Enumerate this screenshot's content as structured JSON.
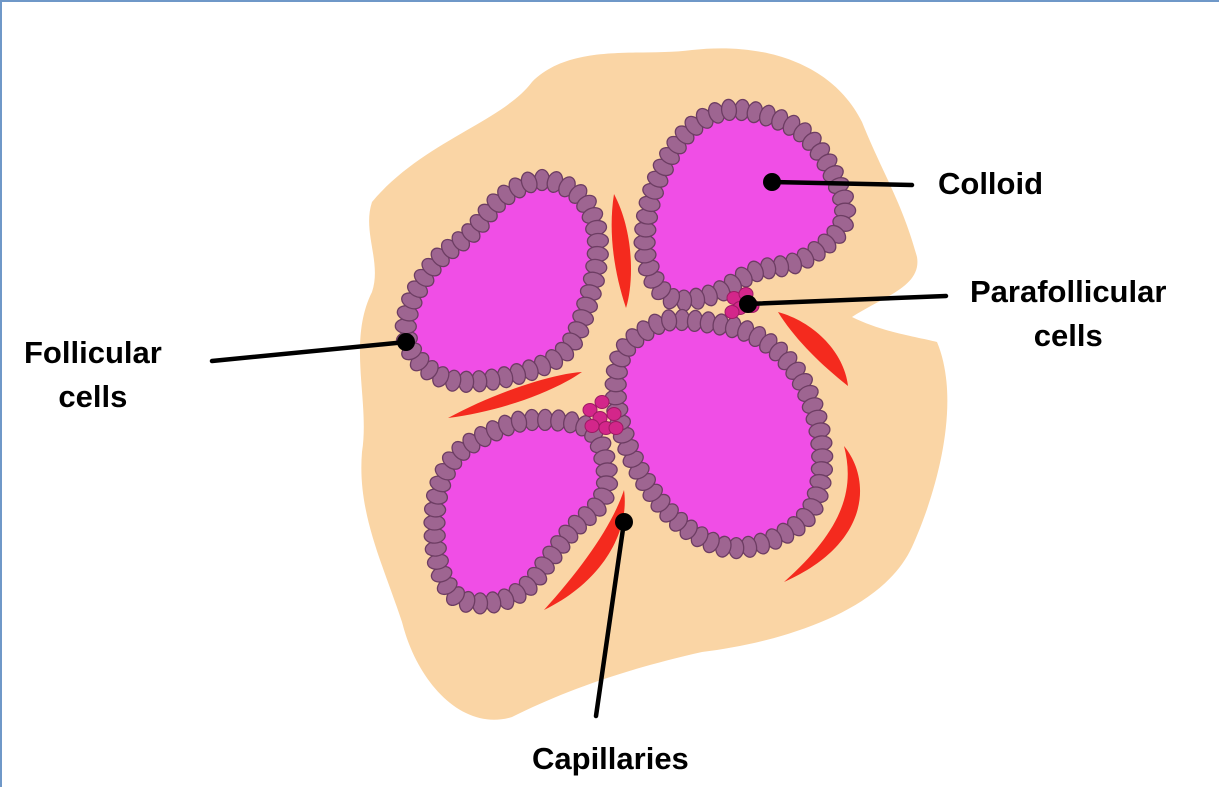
{
  "labels": {
    "colloid": "Colloid",
    "parafollicular_line1": "Parafollicular",
    "parafollicular_line2": "cells",
    "follicular_line1": "Follicular",
    "follicular_line2": "cells",
    "capillaries": "Capillaries"
  },
  "colors": {
    "tissue": "#fad5a5",
    "colloid": "#f04ee6",
    "follicle_cell": "#9e6591",
    "follicle_cell_outline": "#6d3d63",
    "parafollicular_cell": "#d3268a",
    "capillary": "#f42a1e",
    "pointer": "#000000",
    "frame": "#6f98c8"
  }
}
